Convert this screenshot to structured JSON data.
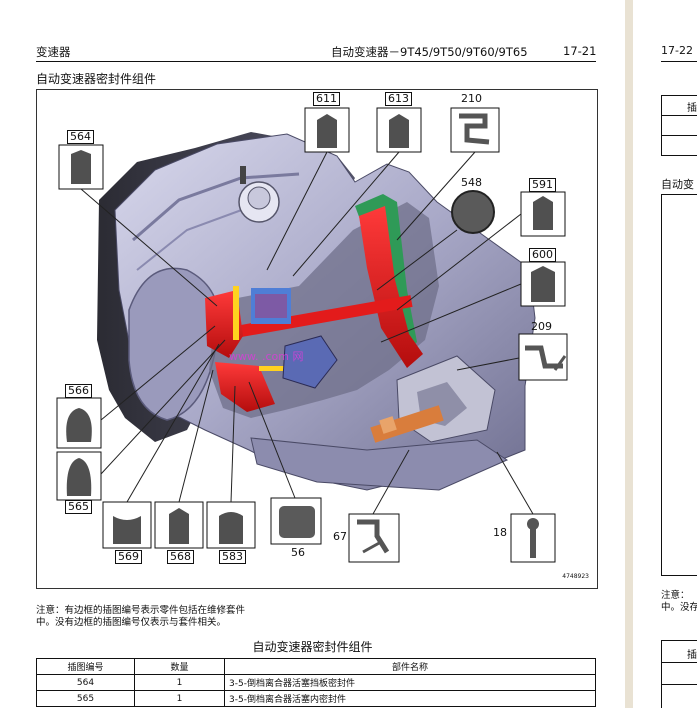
{
  "header": {
    "left": "变速器",
    "right": "自动变速器－9T45/9T50/9T60/9T65",
    "page_number": "17-21"
  },
  "section_title": "自动变速器密封件组件",
  "figure": {
    "figure_id": "4748923",
    "callouts": {
      "c611": "611",
      "c613": "613",
      "c210": "210",
      "c564": "564",
      "c548": "548",
      "c591": "591",
      "c600": "600",
      "c209": "209",
      "c566": "566",
      "c565": "565",
      "c569": "569",
      "c568": "568",
      "c583": "583",
      "c56": "56",
      "c67": "67",
      "c18": "18"
    },
    "watermark": "www.        .com    网"
  },
  "note": {
    "line1": "注意：有边框的插图编号表示零件包括在维修套件",
    "line2": "中。没有边框的插图编号仅表示与套件相关。"
  },
  "table": {
    "title": "自动变速器密封件组件",
    "headers": [
      "插图编号",
      "数量",
      "部件名称"
    ],
    "rows": [
      {
        "num": "564",
        "qty": "1",
        "name": "3-5-倒档离合器活塞挡板密封件"
      },
      {
        "num": "565",
        "qty": "1",
        "name": "3-5-倒档离合器活塞内密封件"
      }
    ]
  },
  "next_page": {
    "page_number": "17-22",
    "table_header_fragment": "插",
    "section_fragment": "自动变",
    "note_line1": "注意：",
    "note_line2": "中。没存",
    "table2_header_fragment": "插"
  }
}
